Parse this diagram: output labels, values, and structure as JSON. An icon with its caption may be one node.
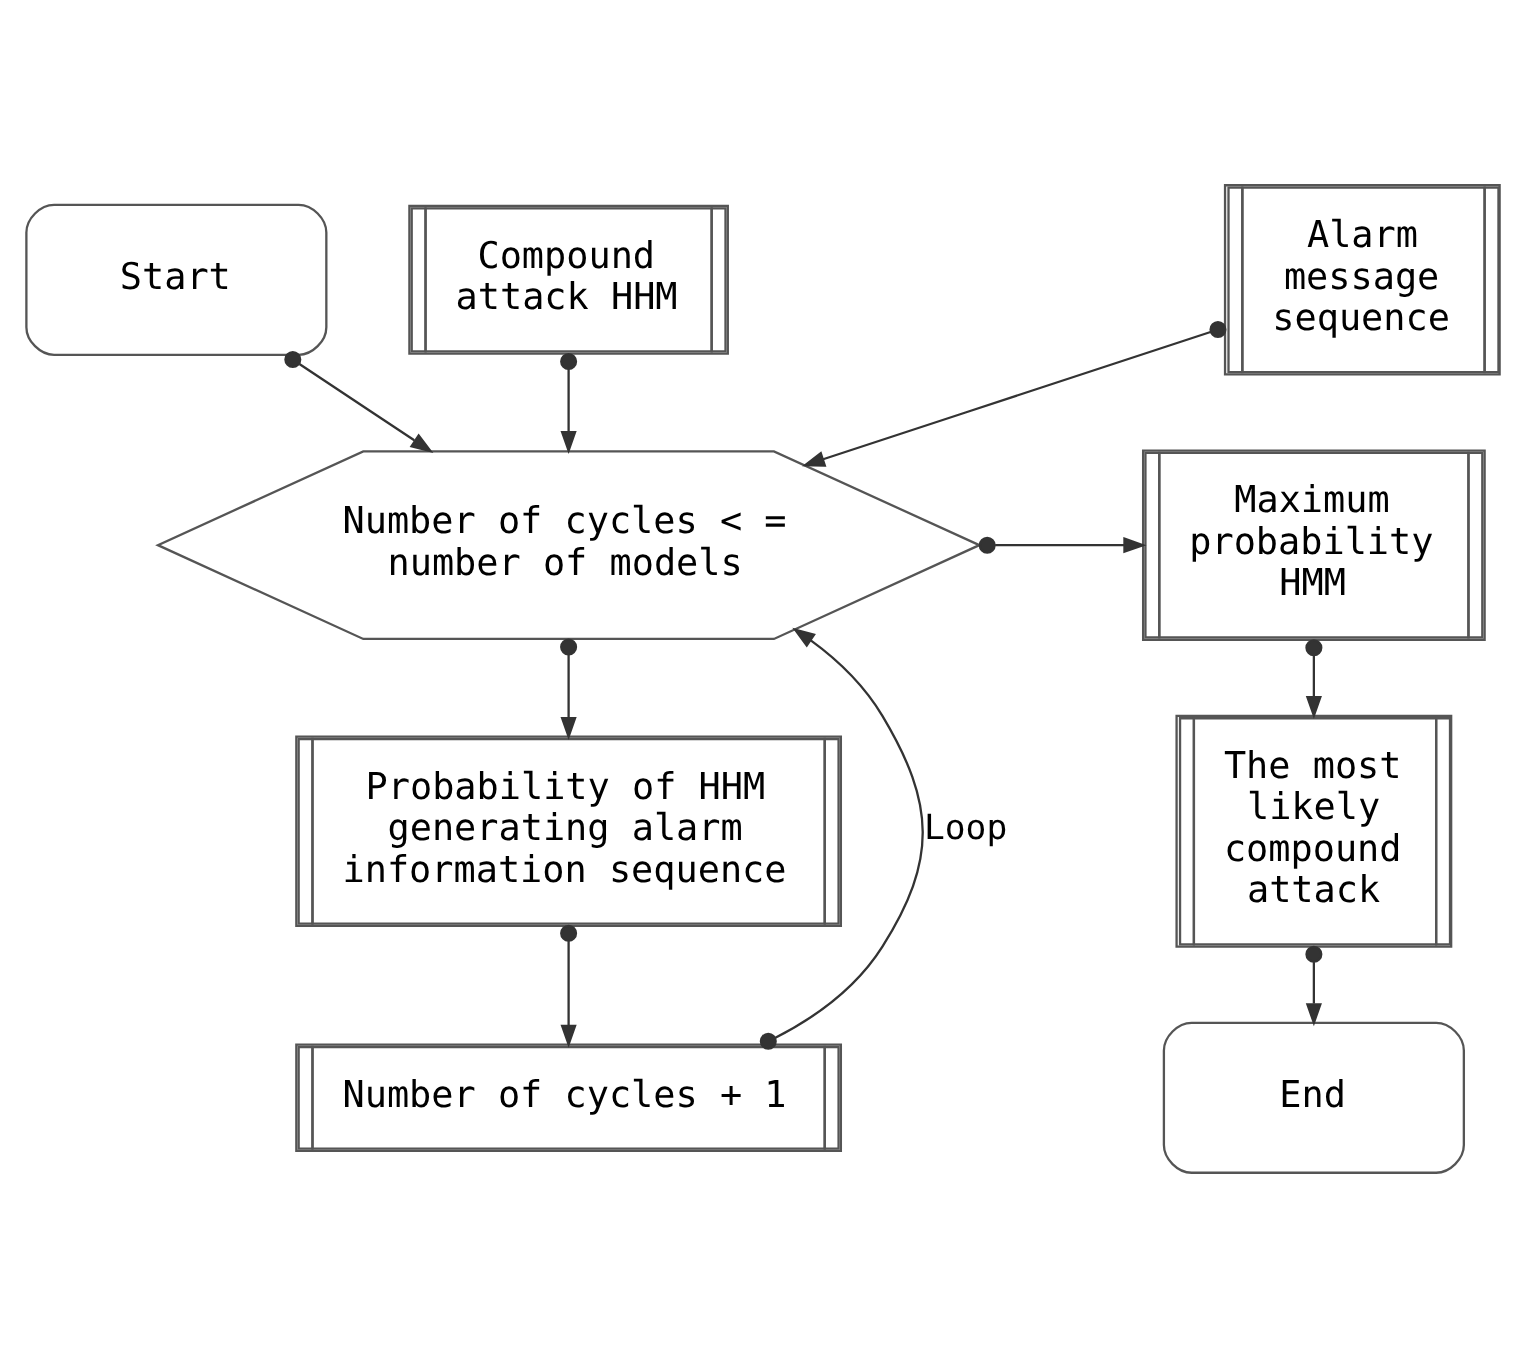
{
  "diagram": {
    "nodes": [
      {
        "text": [
          "Start"
        ]
      },
      {
        "text": [
          "Compound attack HHM"
        ]
      },
      {
        "text": [
          "Alarm message sequence"
        ]
      },
      {
        "text": [
          "Number of cycles < = number of models"
        ]
      },
      {
        "text": [
          "Maximum probability HMM"
        ]
      },
      {
        "text": [
          "Probability of HHM generating alarm information sequence"
        ]
      },
      {
        "text": [
          "The most likely compound attack"
        ]
      },
      {
        "text": [
          "Number of cycles + 1"
        ]
      },
      {
        "text": [
          "End"
        ]
      }
    ],
    "edges": [
      {
        "from": 0,
        "to": 3,
        "arrow": "to"
      },
      {
        "from": 1,
        "to": 3,
        "arrow": "to"
      },
      {
        "from": 2,
        "to": 3,
        "arrow": "to"
      },
      {
        "from": 3,
        "to": 4,
        "arrow": "to"
      },
      {
        "from": 3,
        "to": 5,
        "arrow": "to"
      },
      {
        "from": 5,
        "to": 7,
        "arrow": "to"
      },
      {
        "from": 7,
        "to": 3,
        "arrow": "to",
        "label": "Loop"
      },
      {
        "from": 4,
        "to": 6,
        "arrow": "to"
      },
      {
        "from": 6,
        "to": 8,
        "arrow": "to"
      }
    ]
  }
}
